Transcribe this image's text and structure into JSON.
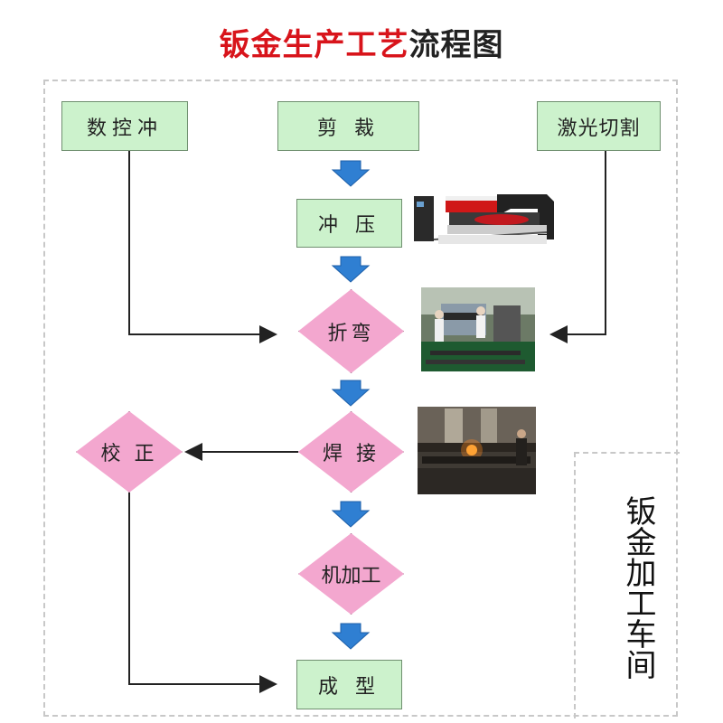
{
  "title": {
    "red_part": "钣金生产工艺",
    "black_part": "流程图"
  },
  "nodes": {
    "cnc_punch": "数控冲",
    "shearing": "剪 裁",
    "laser_cutting": "激光切割",
    "stamping": "冲 压",
    "bending": "折弯",
    "welding": "焊 接",
    "straightening": "校 正",
    "machining": "机加工",
    "forming": "成 型"
  },
  "workshop_label": "钣金加工车间",
  "colors": {
    "title_red": "#d8141b",
    "process_box": "#ccf2cc",
    "decision_diamond": "#f3a7cf",
    "down_arrow": "#2f7fd2",
    "connector_line": "#222222"
  }
}
